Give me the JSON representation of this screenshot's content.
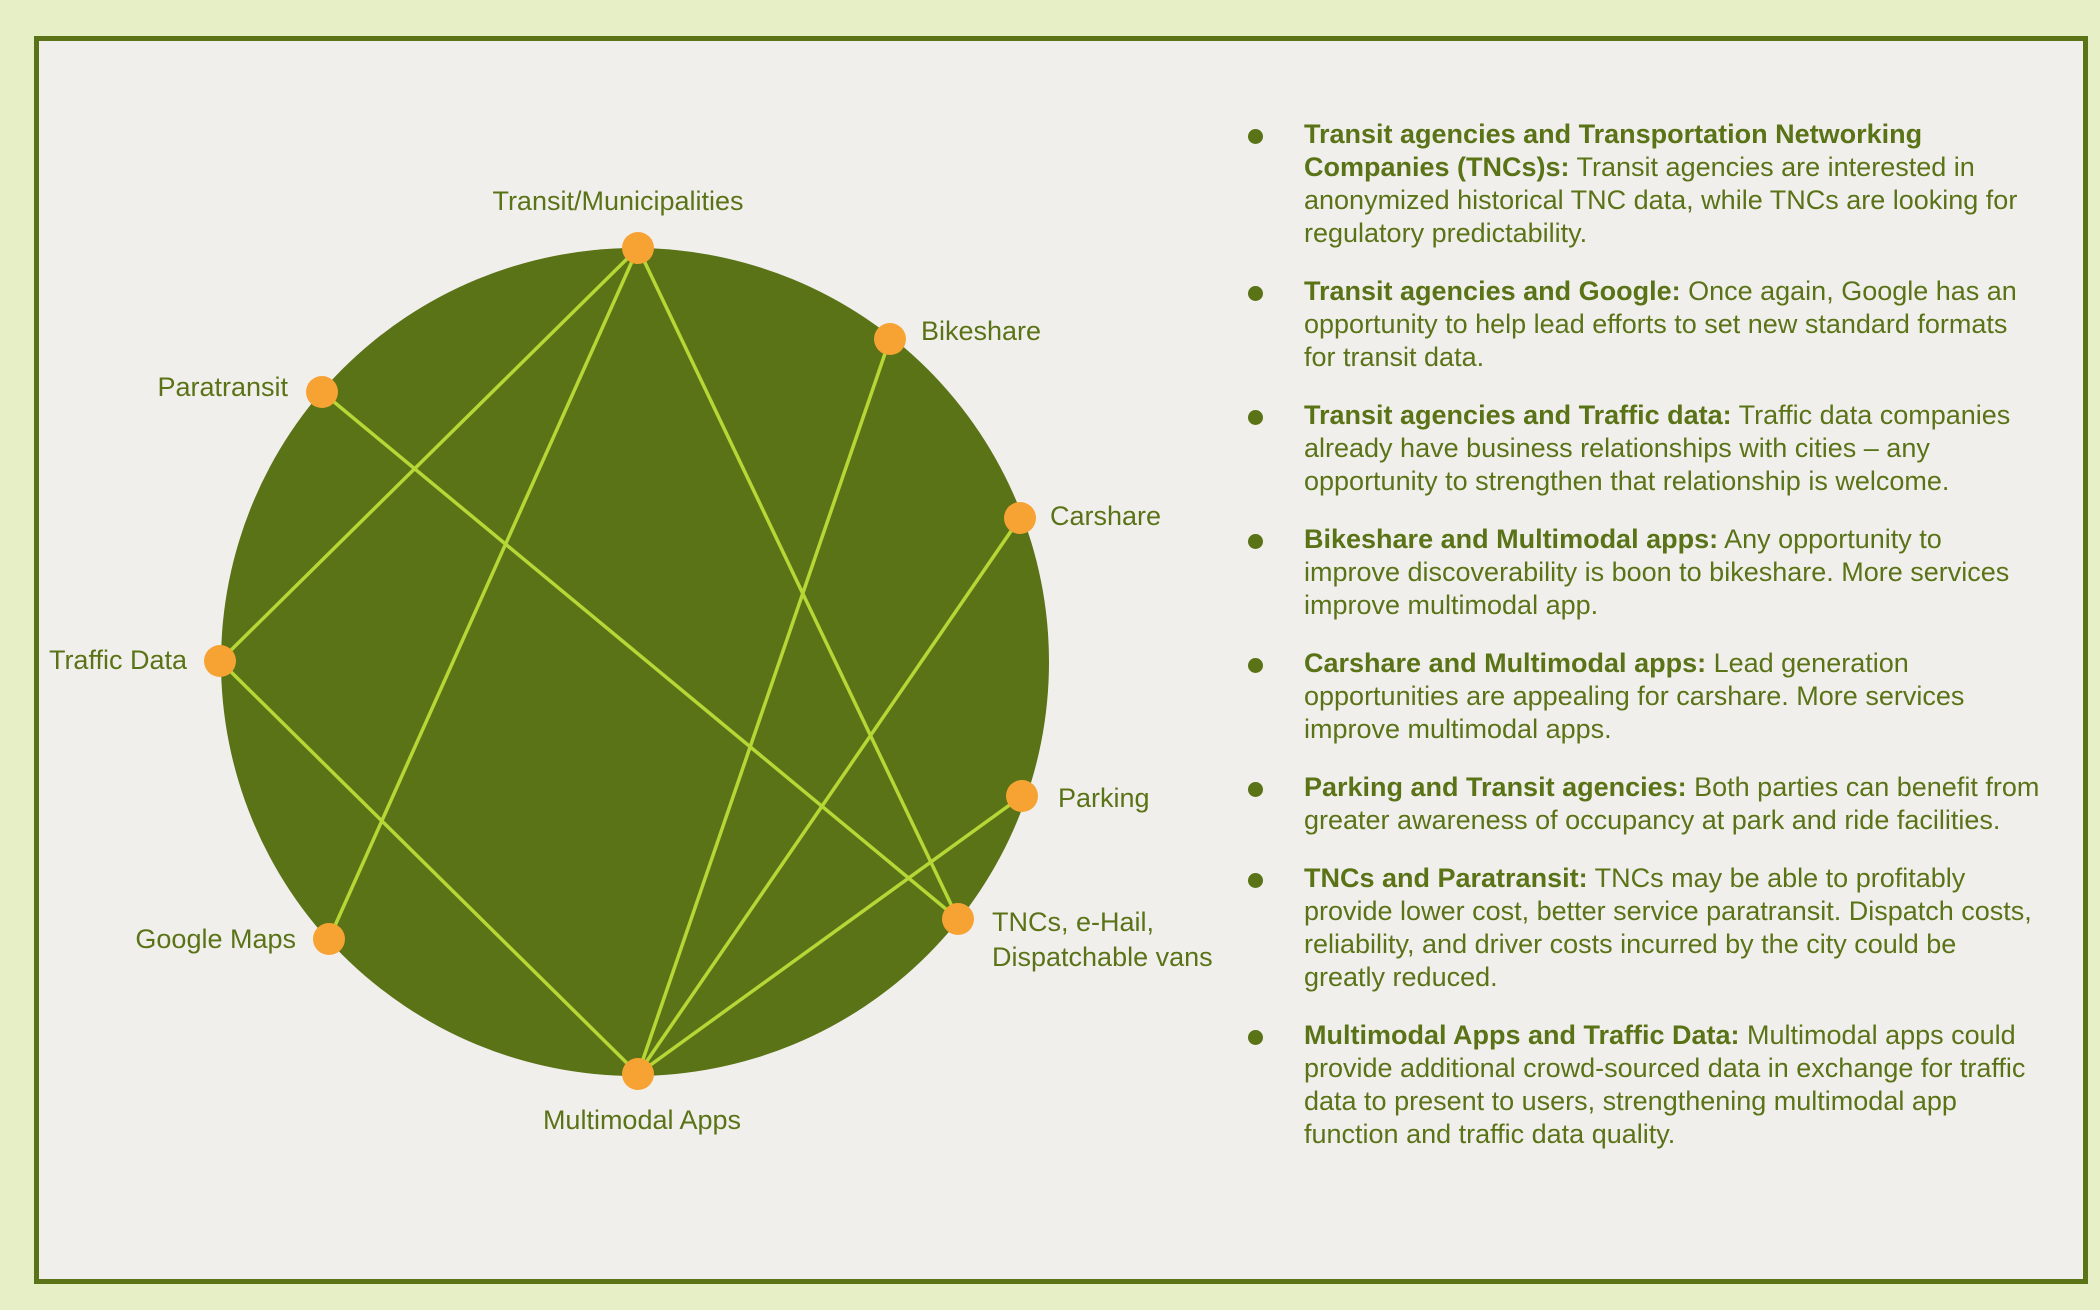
{
  "colors": {
    "page_background": "#e6efc6",
    "panel_background": "#f1efec",
    "border": "#5a7317",
    "circle_fill": "#5a7317",
    "connection_line": "#b6d736",
    "node": "#f7a334",
    "text": "#5a7317"
  },
  "diagram": {
    "nodes": [
      {
        "id": "transit",
        "label": "Transit/Municipalities"
      },
      {
        "id": "bikeshare",
        "label": "Bikeshare"
      },
      {
        "id": "carshare",
        "label": "Carshare"
      },
      {
        "id": "parking",
        "label": "Parking"
      },
      {
        "id": "tncs",
        "label": "TNCs, e-Hail,",
        "label2": "Dispatchable vans"
      },
      {
        "id": "multimodal",
        "label": "Multimodal Apps"
      },
      {
        "id": "google",
        "label": "Google Maps"
      },
      {
        "id": "traffic",
        "label": "Traffic Data"
      },
      {
        "id": "paratransit",
        "label": "Paratransit"
      }
    ],
    "edges": [
      [
        "transit",
        "traffic"
      ],
      [
        "transit",
        "google"
      ],
      [
        "transit",
        "tncs"
      ],
      [
        "paratransit",
        "tncs"
      ],
      [
        "traffic",
        "multimodal"
      ],
      [
        "bikeshare",
        "multimodal"
      ],
      [
        "carshare",
        "multimodal"
      ],
      [
        "parking",
        "multimodal"
      ]
    ]
  },
  "legend": [
    {
      "term": "Transit agencies and Transportation Networking Companies (TNCs)s:",
      "text": " Transit agencies are interested in anonymized historical TNC data, while TNCs are looking for regulatory predictability."
    },
    {
      "term": "Transit agencies and Google:",
      "text": " Once again, Google has an opportunity to help lead efforts to set new standard formats for transit data."
    },
    {
      "term": "Transit agencies and Traffic data:",
      "text": " Traffic data companies already have business relationships with cities – any opportunity to strengthen that relationship is welcome."
    },
    {
      "term": "Bikeshare and Multimodal apps:",
      "text": " Any opportunity to improve discoverability is boon to bikeshare. More services improve multimodal app."
    },
    {
      "term": "Carshare and Multimodal apps:",
      "text": " Lead generation opportunities are appealing for carshare. More services improve multimodal apps."
    },
    {
      "term": "Parking and Transit agencies:",
      "text": " Both parties can benefit from greater awareness of occupancy at park and ride facilities."
    },
    {
      "term": "TNCs and Paratransit:",
      "text": " TNCs may be able to profitably provide lower cost, better service paratransit. Dispatch costs, reliability, and driver costs incurred by the city could be greatly reduced."
    },
    {
      "term": "Multimodal Apps and Traffic Data:",
      "text": " Multimodal apps could provide additional crowd-sourced data in exchange for traffic data to present to users, strengthening multimodal app function and traffic data quality."
    }
  ]
}
